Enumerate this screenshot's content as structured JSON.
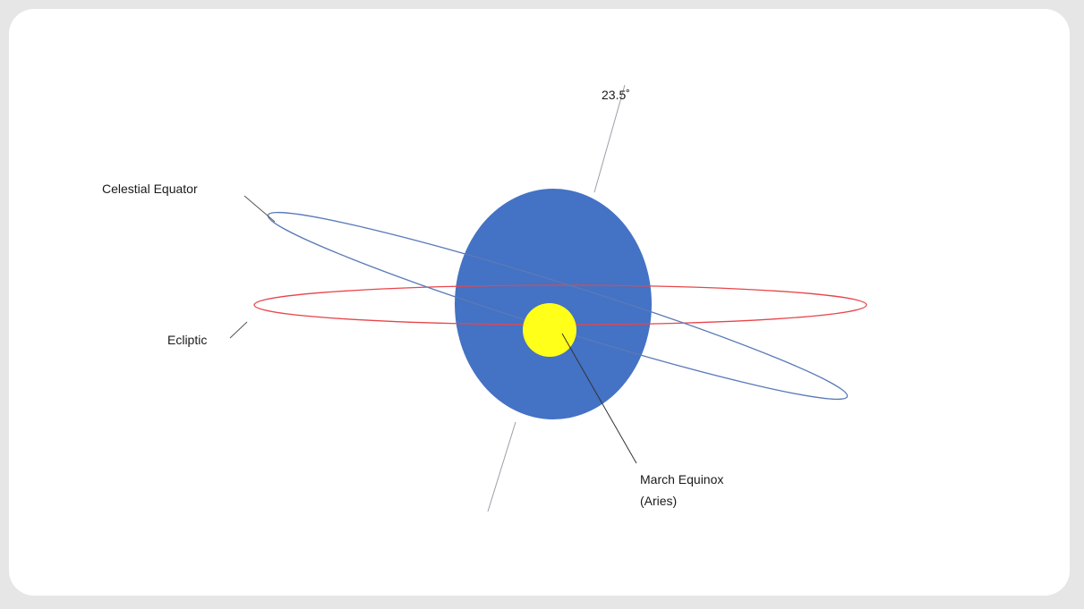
{
  "labels": {
    "tilt_angle": "23.5˚",
    "celestial_equator": "Celestial Equator",
    "ecliptic": "Ecliptic",
    "march_equinox_line1": "March Equinox",
    "march_equinox_line2": "(Aries)"
  },
  "colors": {
    "background": "#e6e6e6",
    "panel": "#ffffff",
    "earth": "#4472c4",
    "sun": "#ffff1a",
    "celestial_equator_orbit": "#5a7ab8",
    "ecliptic_orbit": "#e8454a",
    "leader_lines": "#555555",
    "axis_line": "#9aa0a8"
  }
}
